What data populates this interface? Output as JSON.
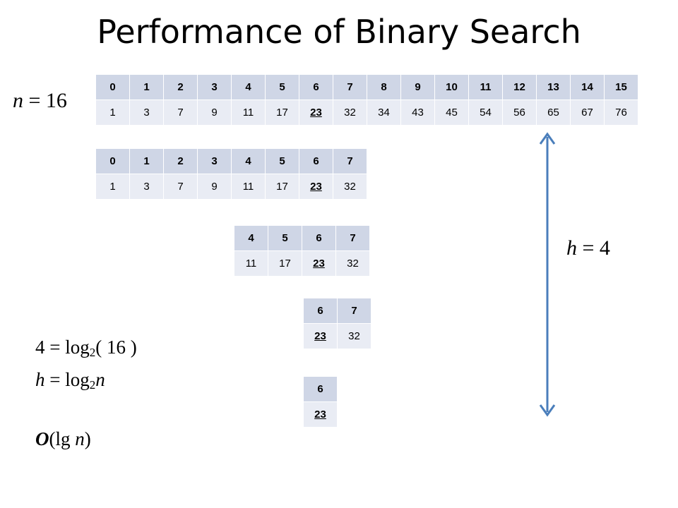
{
  "title": "Performance of Binary Search",
  "n_label": {
    "var": "n",
    "eq": "= 16"
  },
  "h_label": {
    "var": "h",
    "eq": "= 4"
  },
  "arrays": [
    {
      "indices": [
        "0",
        "1",
        "2",
        "3",
        "4",
        "5",
        "6",
        "7",
        "8",
        "9",
        "10",
        "11",
        "12",
        "13",
        "14",
        "15"
      ],
      "values": [
        "1",
        "3",
        "7",
        "9",
        "11",
        "17",
        "23",
        "32",
        "34",
        "43",
        "45",
        "54",
        "56",
        "65",
        "67",
        "76"
      ]
    },
    {
      "indices": [
        "0",
        "1",
        "2",
        "3",
        "4",
        "5",
        "6",
        "7"
      ],
      "values": [
        "1",
        "3",
        "7",
        "9",
        "11",
        "17",
        "23",
        "32"
      ]
    },
    {
      "indices": [
        "4",
        "5",
        "6",
        "7"
      ],
      "values": [
        "11",
        "17",
        "23",
        "32"
      ]
    },
    {
      "indices": [
        "6",
        "7"
      ],
      "values": [
        "23",
        "32"
      ]
    },
    {
      "indices": [
        "6"
      ],
      "values": [
        "23"
      ]
    }
  ],
  "target_value": "23",
  "formula": {
    "line1_left": "4 = log",
    "line1_sub": "2",
    "line1_right": "( 16 )",
    "line2_var": "h",
    "line2_mid": " = log",
    "line2_sub": "2",
    "line2_n": "n",
    "line3_o": "O",
    "line3_open": "(lg ",
    "line3_n": "n",
    "line3_close": ")"
  },
  "colors": {
    "header_cell": "#cfd6e6",
    "value_cell": "#e9ecf4",
    "arrow": "#4a7ebb"
  }
}
